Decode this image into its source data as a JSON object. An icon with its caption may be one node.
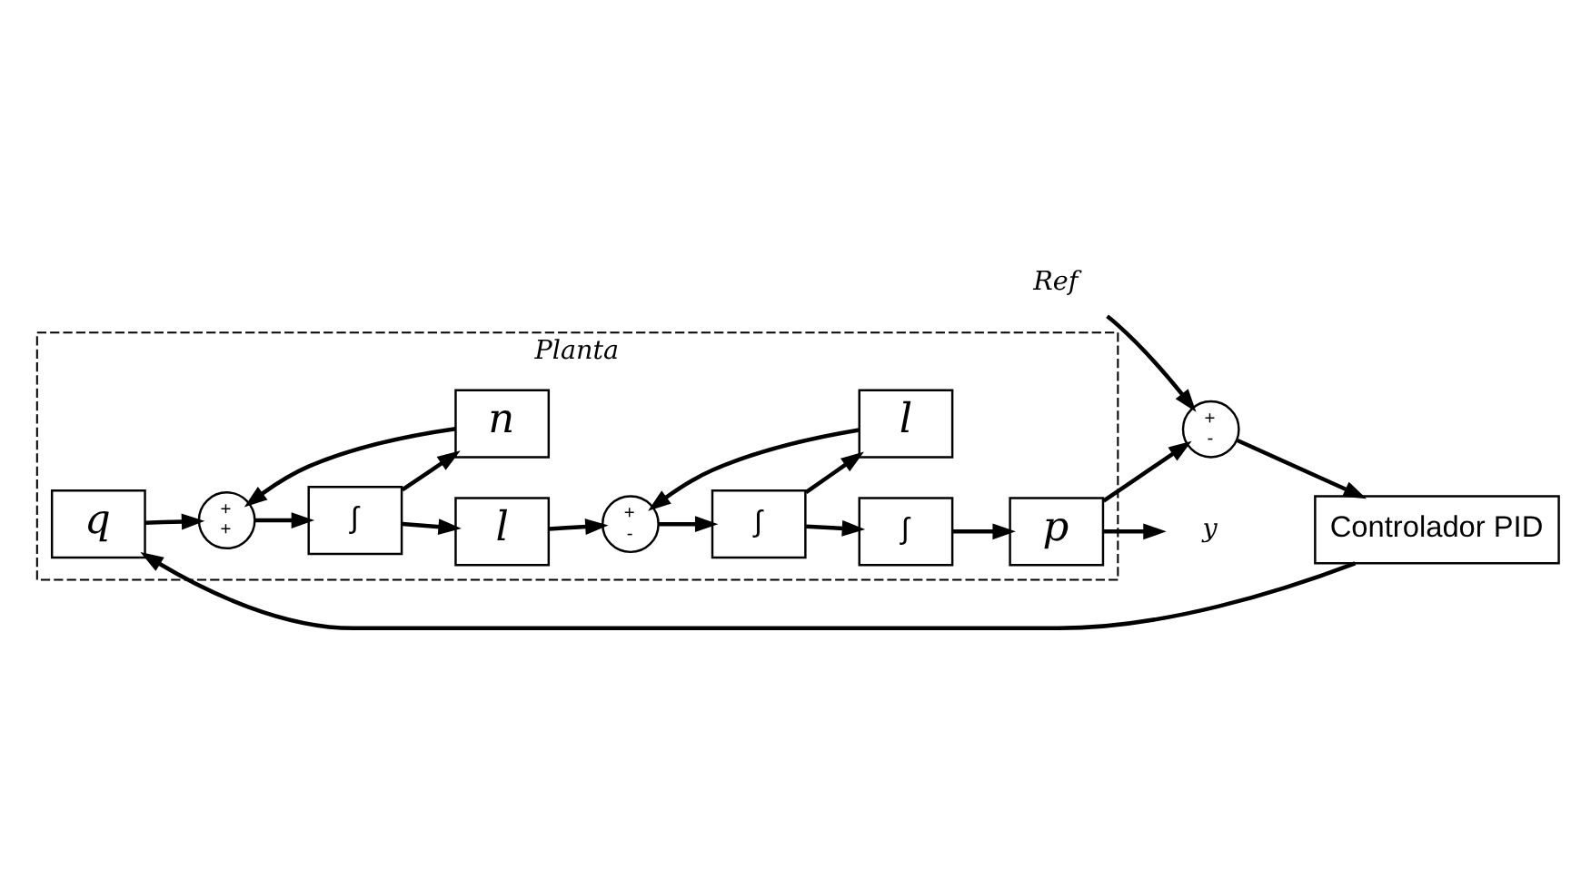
{
  "diagram": {
    "nodes": [
      {
        "text": [
          "Ref"
        ]
      },
      {
        "text": [
          "+",
          "-"
        ]
      },
      {
        "text": [
          "Controlador PID"
        ]
      },
      {
        "text": [
          "Planta"
        ]
      },
      {
        "text": [
          "q"
        ],
        "in": 3
      },
      {
        "text": [
          "+",
          "+"
        ],
        "in": 3
      },
      {
        "text": [
          "∫"
        ],
        "in": 3
      },
      {
        "text": [
          "n"
        ],
        "in": 3
      },
      {
        "text": [
          "l"
        ],
        "in": 3
      },
      {
        "text": [
          "+",
          "-"
        ],
        "in": 3
      },
      {
        "text": [
          "∫"
        ],
        "in": 3
      },
      {
        "text": [
          "l"
        ],
        "in": 3
      },
      {
        "text": [
          "∫"
        ],
        "in": 3
      },
      {
        "text": [
          "p"
        ],
        "in": 3
      },
      {
        "text": [
          "y"
        ]
      }
    ],
    "edges": [
      {
        "from": 0,
        "to": 1,
        "arrow": "to"
      },
      {
        "from": 1,
        "to": 2,
        "arrow": "to"
      },
      {
        "from": 2,
        "to": 4,
        "arrow": "to"
      },
      {
        "from": 4,
        "to": 5,
        "arrow": "to"
      },
      {
        "from": 5,
        "to": 6,
        "arrow": "to"
      },
      {
        "from": 6,
        "to": 7,
        "arrow": "to"
      },
      {
        "from": 7,
        "to": 5,
        "arrow": "to"
      },
      {
        "from": 6,
        "to": 8,
        "arrow": "to"
      },
      {
        "from": 8,
        "to": 9,
        "arrow": "to"
      },
      {
        "from": 9,
        "to": 10,
        "arrow": "to"
      },
      {
        "from": 10,
        "to": 11,
        "arrow": "to"
      },
      {
        "from": 11,
        "to": 9,
        "arrow": "to"
      },
      {
        "from": 10,
        "to": 12,
        "arrow": "to"
      },
      {
        "from": 12,
        "to": 13,
        "arrow": "to"
      },
      {
        "from": 13,
        "to": 14,
        "arrow": "to"
      },
      {
        "from": 13,
        "to": 1,
        "arrow": "to"
      }
    ]
  }
}
